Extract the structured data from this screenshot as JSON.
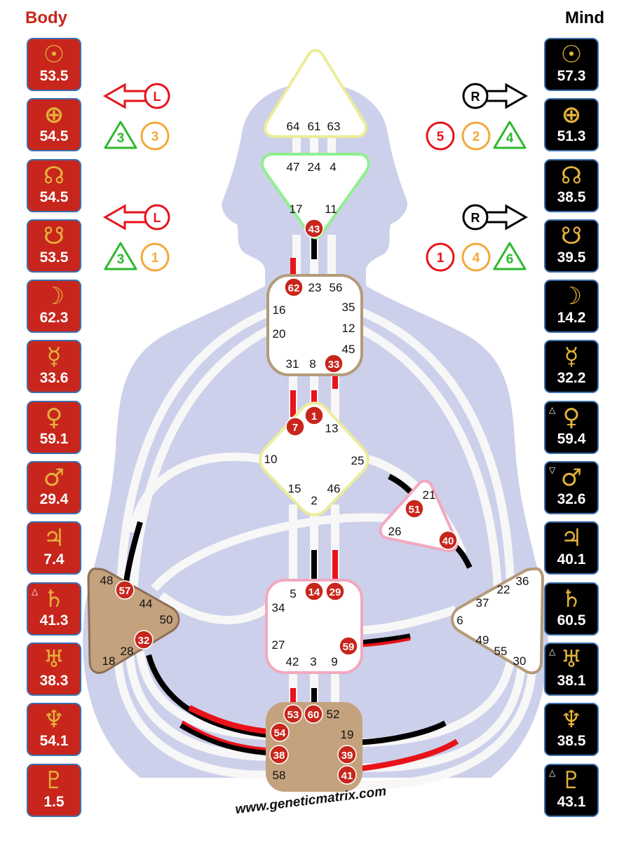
{
  "header": {
    "body_title": "Body",
    "mind_title": "Mind"
  },
  "website": "www.geneticmatrix.com",
  "colors": {
    "body_red": "#c8261c",
    "mind_black": "#000000",
    "glyph_gold": "#e3b13c",
    "silhouette": "#ccd0ea",
    "defined_brown": "#c4a27e",
    "frame_blue": "#3d6fae"
  },
  "body_planets": [
    {
      "symbol": "☉",
      "value": "53.5",
      "mark": ""
    },
    {
      "symbol": "⊕",
      "value": "54.5",
      "mark": ""
    },
    {
      "symbol": "☊",
      "value": "54.5",
      "mark": ""
    },
    {
      "symbol": "☋",
      "value": "53.5",
      "mark": ""
    },
    {
      "symbol": "☽",
      "value": "62.3",
      "mark": ""
    },
    {
      "symbol": "☿",
      "value": "33.6",
      "mark": ""
    },
    {
      "symbol": "♀",
      "value": "59.1",
      "mark": ""
    },
    {
      "symbol": "♂",
      "value": "29.4",
      "mark": ""
    },
    {
      "symbol": "♃",
      "value": "7.4",
      "mark": ""
    },
    {
      "symbol": "♄",
      "value": "41.3",
      "mark": "△"
    },
    {
      "symbol": "♅",
      "value": "38.3",
      "mark": ""
    },
    {
      "symbol": "♆",
      "value": "54.1",
      "mark": ""
    },
    {
      "symbol": "♇",
      "value": "1.5",
      "mark": ""
    }
  ],
  "mind_planets": [
    {
      "symbol": "☉",
      "value": "57.3",
      "mark": ""
    },
    {
      "symbol": "⊕",
      "value": "51.3",
      "mark": ""
    },
    {
      "symbol": "☊",
      "value": "38.5",
      "mark": ""
    },
    {
      "symbol": "☋",
      "value": "39.5",
      "mark": ""
    },
    {
      "symbol": "☽",
      "value": "14.2",
      "mark": ""
    },
    {
      "symbol": "☿",
      "value": "32.2",
      "mark": ""
    },
    {
      "symbol": "♀",
      "value": "59.4",
      "mark": "△"
    },
    {
      "symbol": "♂",
      "value": "32.6",
      "mark": "▽"
    },
    {
      "symbol": "♃",
      "value": "40.1",
      "mark": ""
    },
    {
      "symbol": "♄",
      "value": "60.5",
      "mark": ""
    },
    {
      "symbol": "♅",
      "value": "38.1",
      "mark": "△"
    },
    {
      "symbol": "♆",
      "value": "38.5",
      "mark": ""
    },
    {
      "symbol": "♇",
      "value": "43.1",
      "mark": "△"
    }
  ],
  "variables": {
    "left_top": {
      "arrow": "L",
      "triangle": "3",
      "circle": "3"
    },
    "left_bottom": {
      "arrow": "L",
      "triangle": "3",
      "circle": "1"
    },
    "right_top": {
      "arrow": "R",
      "circle_red": "5",
      "circle_orange": "2",
      "triangle": "4"
    },
    "right_bottom": {
      "arrow": "R",
      "circle_red": "1",
      "circle_orange": "4",
      "triangle": "6"
    }
  },
  "gates": [
    {
      "number": "64",
      "active": false
    },
    {
      "number": "61",
      "active": false
    },
    {
      "number": "63",
      "active": false
    },
    {
      "number": "47",
      "active": false
    },
    {
      "number": "24",
      "active": false
    },
    {
      "number": "4",
      "active": false
    },
    {
      "number": "17",
      "active": false
    },
    {
      "number": "11",
      "active": false
    },
    {
      "number": "43",
      "active": true
    },
    {
      "number": "62",
      "active": true
    },
    {
      "number": "23",
      "active": false
    },
    {
      "number": "56",
      "active": false
    },
    {
      "number": "16",
      "active": false
    },
    {
      "number": "35",
      "active": false
    },
    {
      "number": "20",
      "active": false
    },
    {
      "number": "12",
      "active": false
    },
    {
      "number": "45",
      "active": false
    },
    {
      "number": "31",
      "active": false
    },
    {
      "number": "8",
      "active": false
    },
    {
      "number": "33",
      "active": true
    },
    {
      "number": "1",
      "active": true
    },
    {
      "number": "7",
      "active": true
    },
    {
      "number": "13",
      "active": false
    },
    {
      "number": "10",
      "active": false
    },
    {
      "number": "25",
      "active": false
    },
    {
      "number": "15",
      "active": false
    },
    {
      "number": "46",
      "active": false
    },
    {
      "number": "2",
      "active": false
    },
    {
      "number": "21",
      "active": false
    },
    {
      "number": "51",
      "active": true
    },
    {
      "number": "26",
      "active": false
    },
    {
      "number": "40",
      "active": true
    },
    {
      "number": "48",
      "active": false
    },
    {
      "number": "57",
      "active": true
    },
    {
      "number": "44",
      "active": false
    },
    {
      "number": "50",
      "active": false
    },
    {
      "number": "32",
      "active": true
    },
    {
      "number": "28",
      "active": false
    },
    {
      "number": "18",
      "active": false
    },
    {
      "number": "5",
      "active": false
    },
    {
      "number": "14",
      "active": true
    },
    {
      "number": "29",
      "active": true
    },
    {
      "number": "34",
      "active": false
    },
    {
      "number": "27",
      "active": false
    },
    {
      "number": "59",
      "active": true
    },
    {
      "number": "42",
      "active": false
    },
    {
      "number": "3",
      "active": false
    },
    {
      "number": "9",
      "active": false
    },
    {
      "number": "36",
      "active": false
    },
    {
      "number": "22",
      "active": false
    },
    {
      "number": "37",
      "active": false
    },
    {
      "number": "6",
      "active": false
    },
    {
      "number": "49",
      "active": false
    },
    {
      "number": "55",
      "active": false
    },
    {
      "number": "30",
      "active": false
    },
    {
      "number": "53",
      "active": true
    },
    {
      "number": "60",
      "active": true
    },
    {
      "number": "52",
      "active": false
    },
    {
      "number": "54",
      "active": true
    },
    {
      "number": "19",
      "active": false
    },
    {
      "number": "38",
      "active": true
    },
    {
      "number": "39",
      "active": true
    },
    {
      "number": "58",
      "active": false
    },
    {
      "number": "41",
      "active": true
    }
  ]
}
